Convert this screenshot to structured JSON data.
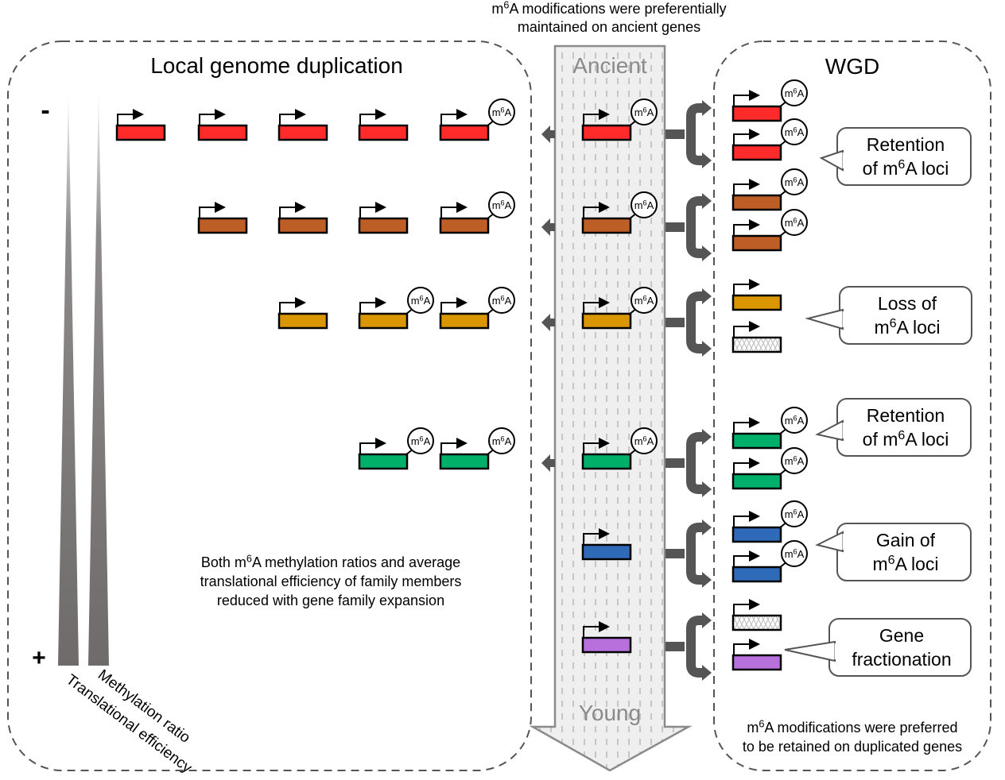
{
  "top_caption": [
    "m6A modifications were preferentially",
    "maintained on ancient genes"
  ],
  "local_panel": {
    "title": "Local genome duplication",
    "minus_label": "-",
    "plus_label": "+",
    "gradient_labels": [
      "Methylation ratio",
      "Translational efficiency"
    ],
    "summary": [
      "Both m6A methylation ratios and average",
      "translational efficiency of family members",
      "reduced with gene family expansion"
    ],
    "rows": [
      {
        "color": "red",
        "genes": [
          false,
          false,
          false,
          false,
          true
        ]
      },
      {
        "color": "brown",
        "genes": [
          false,
          false,
          false,
          true
        ]
      },
      {
        "color": "orange",
        "genes": [
          false,
          true,
          true
        ]
      },
      {
        "color": "green",
        "genes": [
          true,
          true
        ]
      }
    ]
  },
  "time_arrow": {
    "top_label": "Ancient",
    "bottom_label": "Young",
    "genes": [
      {
        "color": "red",
        "m6a": true,
        "local_arrow": true
      },
      {
        "color": "brown",
        "m6a": true,
        "local_arrow": true
      },
      {
        "color": "orange",
        "m6a": true,
        "local_arrow": true
      },
      {
        "color": "green",
        "m6a": true,
        "local_arrow": true
      },
      {
        "color": "blue",
        "m6a": false,
        "local_arrow": false
      },
      {
        "color": "purple",
        "m6a": false,
        "local_arrow": false
      }
    ]
  },
  "wgd_panel": {
    "title": "WGD",
    "pairs": [
      {
        "genes": [
          {
            "color": "red",
            "m6a": true
          },
          {
            "color": "red",
            "m6a": true
          }
        ]
      },
      {
        "genes": [
          {
            "color": "brown",
            "m6a": true
          },
          {
            "color": "brown",
            "m6a": true
          }
        ]
      },
      {
        "genes": [
          {
            "color": "orange",
            "m6a": false
          },
          {
            "color": "lost",
            "m6a": false
          }
        ]
      },
      {
        "genes": [
          {
            "color": "green",
            "m6a": true
          },
          {
            "color": "green",
            "m6a": true
          }
        ]
      },
      {
        "genes": [
          {
            "color": "blue",
            "m6a": true
          },
          {
            "color": "blue",
            "m6a": true
          }
        ]
      },
      {
        "genes": [
          {
            "color": "lost",
            "m6a": false
          },
          {
            "color": "purple",
            "m6a": false
          }
        ]
      }
    ],
    "callouts": [
      {
        "lines": [
          "Retention",
          "of m6A loci"
        ]
      },
      {
        "lines": [
          "Loss of",
          "m6A loci"
        ]
      },
      {
        "lines": [
          "Retention",
          "of m6A loci"
        ]
      },
      {
        "lines": [
          "Gain of",
          "m6A loci"
        ]
      },
      {
        "lines": [
          "Gene",
          "fractionation"
        ]
      }
    ],
    "summary": [
      "m6A modifications were preferred",
      "to be retained on duplicated genes"
    ]
  },
  "m6a_label": "m6A",
  "colors": {
    "red": "#ff2b2b",
    "brown": "#bd5e27",
    "orange": "#d99600",
    "green": "#00b06a",
    "blue": "#2f6ab8",
    "purple": "#b870dc",
    "dark_gray": "#555555",
    "gradient_gray": "#706c6c",
    "arrow_fill": "#efefef",
    "arrow_stroke": "#8a8a8a",
    "arrow_text": "#8a8a8a"
  }
}
